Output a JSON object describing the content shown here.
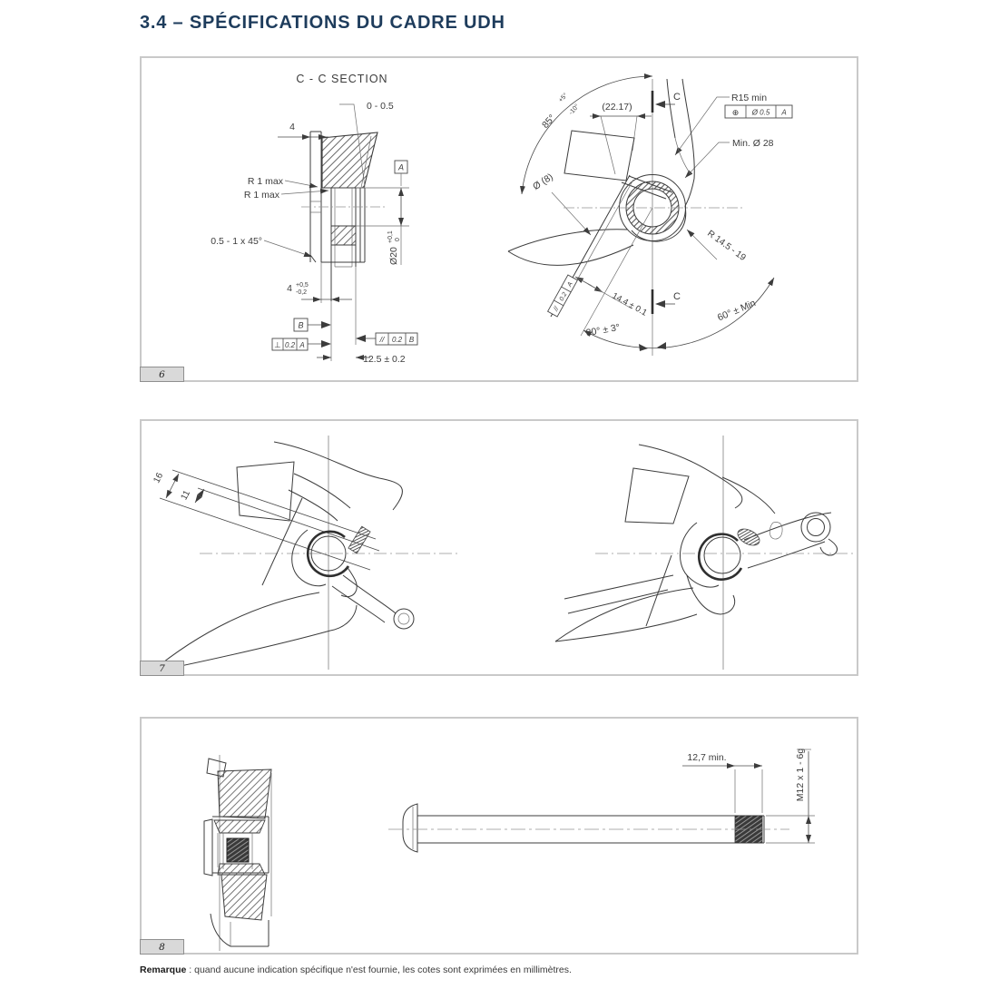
{
  "page": {
    "title": "3.4 – SPÉCIFICATIONS DU CADRE UDH"
  },
  "footer": {
    "label": "Remarque",
    "text": " : quand aucune indication spécifique n'est fournie, les cotes sont exprimées en millimètres."
  },
  "colors": {
    "title": "#1e3c5c",
    "line": "#3c3c3c",
    "frame_border": "#c9c9c9",
    "tab_bg": "#d9d9d9"
  },
  "fig6": {
    "tab": "6",
    "section_title": "C - C SECTION",
    "left": {
      "gap": "0 - 0.5",
      "width_top": "4",
      "r1max_1": "R 1 max",
      "r1max_2": "R 1 max",
      "chamfer": "0.5 - 1 x 45°",
      "datum_a": "A",
      "bore": "Ø20",
      "bore_tol_up": "+0,1",
      "bore_tol_low": "0",
      "width_bot": "4",
      "wb_tol_up": "+0,5",
      "wb_tol_low": "-0,2",
      "datum_b": "B",
      "fcf_perp": {
        "sym": "⊥",
        "tol": "0.2",
        "ref": "A"
      },
      "fcf_par": {
        "sym": "//",
        "tol": "0.2",
        "ref": "B"
      },
      "depth": "12.5 ± 0.2"
    },
    "right": {
      "angle85": "85°",
      "angle85_up": "+5°",
      "angle85_low": "-10°",
      "offset": "(22.17)",
      "section_c_top": "C",
      "section_c_bot": "C",
      "r15": "R15 min",
      "fcf_pos": {
        "sym": "⊕",
        "tol": "Ø 0.5",
        "ref": "A"
      },
      "min_dia": "Min. Ø 28",
      "dia8": "Ø (8)",
      "radius_range": "R 14.5 - 19",
      "depth": "14.4 ± 0.1",
      "fcf_par": {
        "sym": "//",
        "tol": "0.2",
        "ref": "A"
      },
      "angle30": "30° ± 3°",
      "angle60": "60° ± Min"
    }
  },
  "fig7": {
    "tab": "7",
    "dim16": "16",
    "dim11": "11"
  },
  "fig8": {
    "tab": "8",
    "thread_len": "12,7 min.",
    "thread_spec": "M12 x 1 - 6g"
  }
}
